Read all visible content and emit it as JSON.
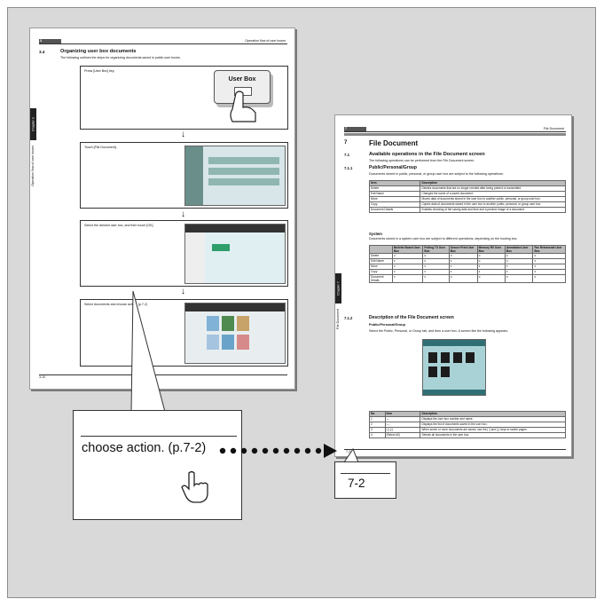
{
  "left_page": {
    "section_number": "3",
    "header_right": "Operation flow of user boxes",
    "section_id": "3.4",
    "section_title": "Organizing user box documents",
    "intro": "The following outlines the steps for organizing documents saved in public user boxes.",
    "steps": [
      {
        "text": "Press [User Box] key.",
        "key_label": "User Box"
      },
      {
        "text": "Touch [File Document]."
      },
      {
        "text": "Select the desired user box, and then touch [OK]."
      },
      {
        "text": "Select documents and choose action. (p.7-2)"
      }
    ],
    "chapter_tab": "Chapter 3",
    "side_label": "Operation flow of user boxes",
    "page_number": "3-10"
  },
  "right_page": {
    "chapter_number": "7",
    "header_right": "File Document",
    "chapter_title": "File Document",
    "s71_id": "7.1",
    "s71_title": "Available operations in the File Document screen",
    "s71_intro": "The following operations can be performed from the File Document screen.",
    "s711_id": "7.1.1",
    "s711_title": "Public/Personal/Group",
    "s711_intro": "Documents stored in public, personal, or group user box are subject to the following operations:",
    "ops_table": {
      "headers": [
        "Item",
        "Description"
      ],
      "rows": [
        [
          "Delete",
          "Deletes documents that are no longer needed after being printed or transmitted."
        ],
        [
          "Edit Name",
          "Changes the name of a saved document."
        ],
        [
          "Move",
          "Moves data of documents stored in the user box to another public, personal, or group user box."
        ],
        [
          "Copy",
          "Copies data of documents stored in the user box to another public, personal, or group user box."
        ],
        [
          "Document Details",
          "Enables checking of the saving date and time and a preview image of a document."
        ]
      ]
    },
    "system_heading": "System",
    "system_intro": "Documents stored in a system user box are subject to different operations, depending on the hosting box.",
    "sys_table": {
      "headers": [
        "",
        "Bulletin Board User Box",
        "Polling TX User Box",
        "Secure Print User Box",
        "Memory RX User Box",
        "Annotation User Box",
        "Fax Retransmit User Box"
      ],
      "rows": [
        [
          "Delete",
          "o",
          "o",
          "o",
          "o",
          "o",
          "o"
        ],
        [
          "Edit Name",
          "x",
          "x",
          "x",
          "o",
          "o",
          "x"
        ],
        [
          "Move",
          "x",
          "x",
          "x",
          "x",
          "x",
          "x"
        ],
        [
          "Copy",
          "x",
          "x",
          "x",
          "x",
          "x",
          "x"
        ],
        [
          "Document Details",
          "x",
          "x",
          "o",
          "o",
          "o",
          "o"
        ]
      ]
    },
    "s712_id": "7.1.2",
    "s712_title": "Description of the File Document screen",
    "s712_sub": "Public/Personal/Group",
    "s712_intro": "Select the Public, Personal, or Group tab, and then a user box. A screen like the following appears.",
    "desc_table": {
      "headers": [
        "No.",
        "Item",
        "Description"
      ],
      "rows": [
        [
          "1",
          "—",
          "Displays the user box number and name."
        ],
        [
          "2",
          "—",
          "Displays the list of documents saved in the user box."
        ],
        [
          "3",
          "[↑] [↓]",
          "When seven or more documents are saved, use the [↑] and [↓] keys to switch pages."
        ],
        [
          "4",
          "[Select All]",
          "Selects all documents in the user box."
        ]
      ]
    },
    "chapter_tab": "Chapter 7",
    "side_label": "File Document",
    "page_number": "7-2"
  },
  "callout": {
    "text": "choose action. (p.7-2)"
  },
  "callout_page": {
    "text": "7-2"
  }
}
